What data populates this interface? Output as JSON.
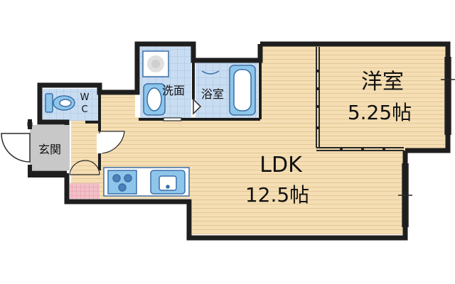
{
  "rooms": {
    "western": {
      "name": "洋室",
      "size": "5.25帖"
    },
    "ldk": {
      "name": "LDK",
      "size": "12.5帖"
    },
    "wash": {
      "name": "洗面"
    },
    "bath": {
      "name": "浴室"
    },
    "wc": {
      "line1": "W",
      "line2": "C"
    },
    "entrance": {
      "name": "玄関"
    }
  },
  "colors": {
    "floor": "#F5DEB3",
    "floor_line": "#E3C898",
    "wall": "#1E1E1E",
    "tile": "#C9DDF2",
    "tile_line": "#A9C3E0",
    "fixture": "#8EC5EA",
    "fixture_stroke": "#3A6FA8",
    "entrance": "#C8C8C8",
    "shoe_area": "#F2C0C8"
  },
  "icons": {
    "toilet": "toilet-icon",
    "bathtub": "bathtub-icon",
    "washbasin": "washbasin-icon",
    "washing_machine": "washing-machine-icon",
    "stove": "stove-icon",
    "sink": "kitchen-sink-icon"
  }
}
